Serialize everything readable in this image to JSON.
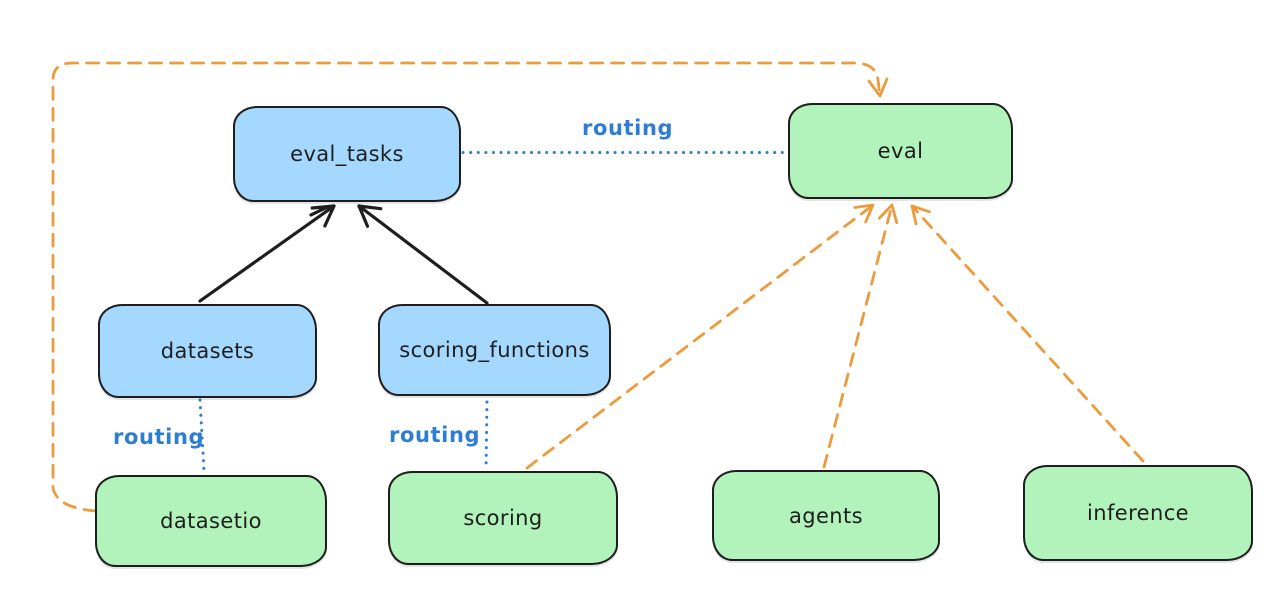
{
  "diagram": {
    "kind": "excalidraw-style architecture diagram",
    "background": "#ffffff"
  },
  "colors": {
    "canvas_bg": "#ffffff",
    "stroke": "#1e1e1e",
    "blue_fill": "#a5d8ff",
    "green_fill": "#b2f2bb",
    "blue_line": "#2d7dd2",
    "orange_line": "#ec9b3c"
  },
  "nodes": [
    {
      "id": "eval_tasks",
      "label": "eval_tasks",
      "color": "blue"
    },
    {
      "id": "eval",
      "label": "eval",
      "color": "green"
    },
    {
      "id": "datasets",
      "label": "datasets",
      "color": "blue"
    },
    {
      "id": "scoring_functions",
      "label": "scoring_functions",
      "color": "blue"
    },
    {
      "id": "datasetio",
      "label": "datasetio",
      "color": "green"
    },
    {
      "id": "scoring",
      "label": "scoring",
      "color": "green"
    },
    {
      "id": "agents",
      "label": "agents",
      "color": "green"
    },
    {
      "id": "inference",
      "label": "inference",
      "color": "green"
    }
  ],
  "edge_labels": [
    {
      "id": "routing-eval-tasks-eval",
      "text": "routing"
    },
    {
      "id": "routing-datasets-datasetio",
      "text": "routing"
    },
    {
      "id": "routing-scoringfns-scoring",
      "text": "routing"
    }
  ],
  "edges": [
    {
      "from": "datasets",
      "to": "eval_tasks",
      "style": "solid",
      "color": "black",
      "arrow": true,
      "label": ""
    },
    {
      "from": "scoring_functions",
      "to": "eval_tasks",
      "style": "solid",
      "color": "black",
      "arrow": true,
      "label": ""
    },
    {
      "from": "eval_tasks",
      "to": "eval",
      "style": "dotted",
      "color": "blue",
      "arrow": false,
      "label": "routing"
    },
    {
      "from": "datasets",
      "to": "datasetio",
      "style": "dotted",
      "color": "blue",
      "arrow": false,
      "label": "routing"
    },
    {
      "from": "scoring_functions",
      "to": "scoring",
      "style": "dotted",
      "color": "blue",
      "arrow": false,
      "label": "routing"
    },
    {
      "from": "datasetio",
      "to": "eval",
      "style": "dashed",
      "color": "orange",
      "arrow": true,
      "label": ""
    },
    {
      "from": "scoring",
      "to": "eval",
      "style": "dashed",
      "color": "orange",
      "arrow": true,
      "label": ""
    },
    {
      "from": "agents",
      "to": "eval",
      "style": "dashed",
      "color": "orange",
      "arrow": true,
      "label": ""
    },
    {
      "from": "inference",
      "to": "eval",
      "style": "dashed",
      "color": "orange",
      "arrow": true,
      "label": ""
    }
  ]
}
